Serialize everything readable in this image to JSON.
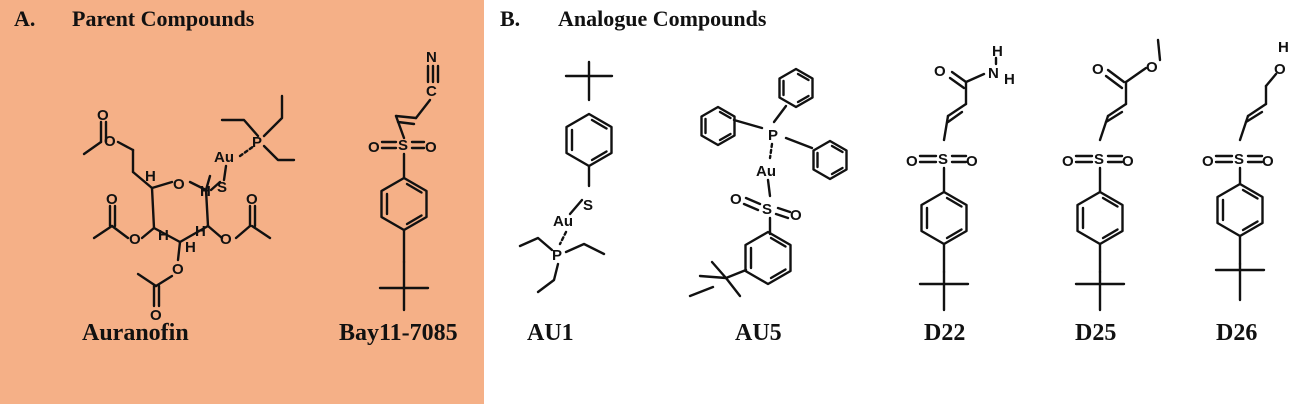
{
  "colors": {
    "panel_a_background": "#F5B087",
    "ink": "#111111"
  },
  "panel_a": {
    "letter": "A.",
    "title": "Parent Compounds",
    "compounds": [
      "Auranofin",
      "Bay11-7085"
    ]
  },
  "panel_b": {
    "letter": "B.",
    "title": "Analogue Compounds",
    "compounds": [
      "AU1",
      "AU5",
      "D22",
      "D25",
      "D26"
    ]
  },
  "atoms": {
    "au": "Au",
    "p": "P",
    "s": "S",
    "o": "O",
    "n": "N",
    "h": "H",
    "c": "C",
    "n_amide": "N",
    "h_amide": "H",
    "o_hydroxyl": "O",
    "h_hydroxyl": "H"
  }
}
